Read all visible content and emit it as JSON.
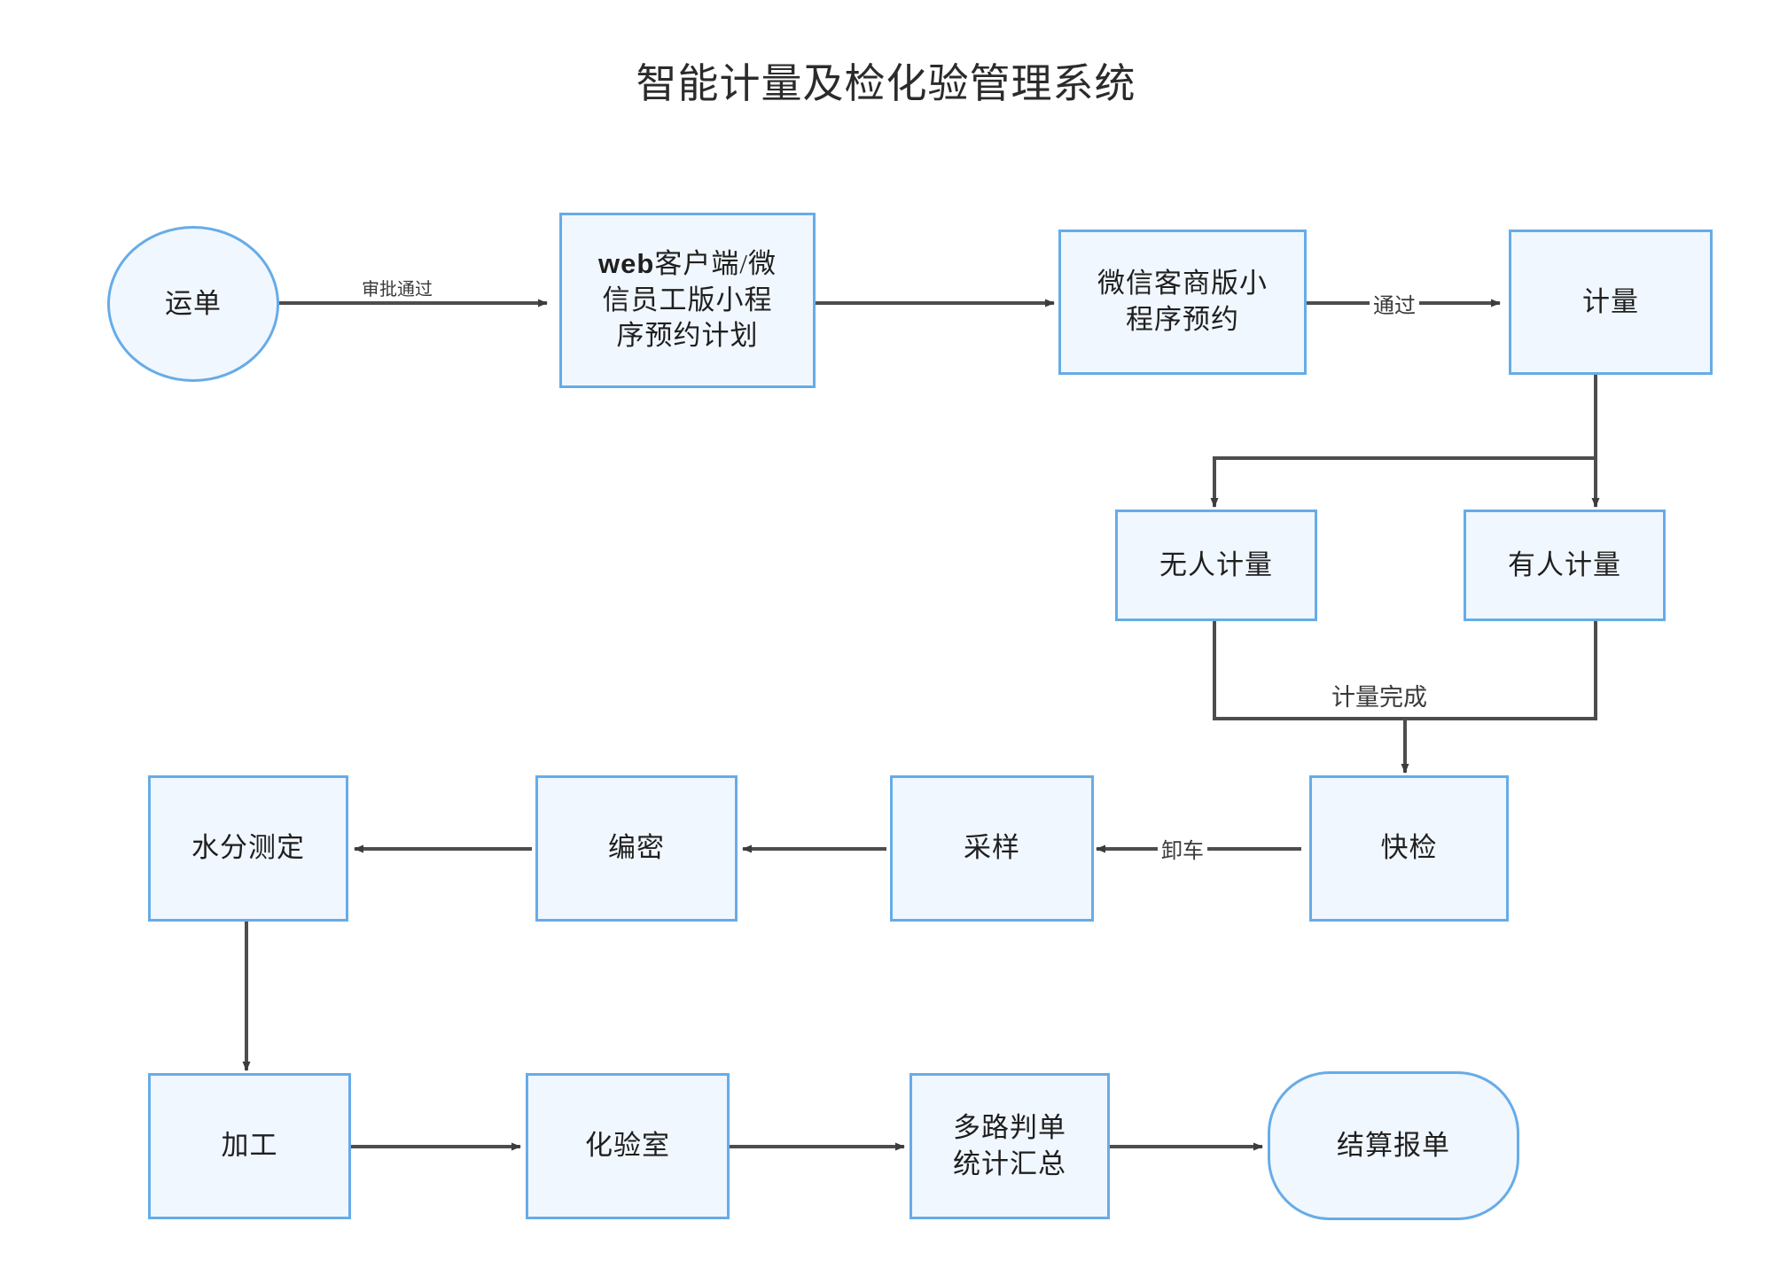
{
  "diagram": {
    "title": "智能计量及检化验管理系统",
    "type": "flowchart",
    "colors": {
      "node_border": "#66ace8",
      "node_fill": "#f1f7fe",
      "edge": "#4d4d4d",
      "text": "#1f1f1f",
      "background": "#ffffff"
    },
    "nodes": [
      {
        "id": "yundan",
        "label": "运单",
        "shape": "ellipse"
      },
      {
        "id": "web",
        "label": "web客户端/微信员工版小程序预约计划",
        "label_lines": [
          "web客户端/微",
          "信员工版小程",
          "序预约计划"
        ],
        "shape": "rect"
      },
      {
        "id": "weixin",
        "label": "微信客商版小程序预约",
        "label_lines": [
          "微信客商版小",
          "程序预约"
        ],
        "shape": "rect"
      },
      {
        "id": "jiliang",
        "label": "计量",
        "shape": "rect"
      },
      {
        "id": "wuren",
        "label": "无人计量",
        "shape": "rect"
      },
      {
        "id": "youren",
        "label": "有人计量",
        "shape": "rect"
      },
      {
        "id": "kuaijian",
        "label": "快检",
        "shape": "rect"
      },
      {
        "id": "caiyang",
        "label": "采样",
        "shape": "rect"
      },
      {
        "id": "bianmi",
        "label": "编密",
        "shape": "rect"
      },
      {
        "id": "shuifen",
        "label": "水分测定",
        "shape": "rect"
      },
      {
        "id": "jiagong",
        "label": "加工",
        "shape": "rect"
      },
      {
        "id": "huayanshi",
        "label": "化验室",
        "shape": "rect"
      },
      {
        "id": "duolu",
        "label": "多路判单统计汇总",
        "label_lines": [
          "多路判单",
          "统计汇总"
        ],
        "shape": "rect"
      },
      {
        "id": "jiesuan",
        "label": "结算报单",
        "shape": "stadium"
      }
    ],
    "edges": [
      {
        "from": "yundan",
        "to": "web",
        "label": "审批通过"
      },
      {
        "from": "web",
        "to": "weixin",
        "label": ""
      },
      {
        "from": "weixin",
        "to": "jiliang",
        "label": "通过"
      },
      {
        "from": "jiliang",
        "to": "wuren",
        "label": ""
      },
      {
        "from": "jiliang",
        "to": "youren",
        "label": ""
      },
      {
        "from": "wuren",
        "to": "kuaijian",
        "label": "计量完成"
      },
      {
        "from": "youren",
        "to": "kuaijian",
        "label": "计量完成"
      },
      {
        "from": "kuaijian",
        "to": "caiyang",
        "label": "卸车"
      },
      {
        "from": "caiyang",
        "to": "bianmi",
        "label": ""
      },
      {
        "from": "bianmi",
        "to": "shuifen",
        "label": ""
      },
      {
        "from": "shuifen",
        "to": "jiagong",
        "label": ""
      },
      {
        "from": "jiagong",
        "to": "huayanshi",
        "label": ""
      },
      {
        "from": "huayanshi",
        "to": "duolu",
        "label": ""
      },
      {
        "from": "duolu",
        "to": "jiesuan",
        "label": ""
      }
    ],
    "edge_labels": {
      "approval_passed": "审批通过",
      "passed": "通过",
      "weighing_done": "计量完成",
      "unload": "卸车"
    }
  }
}
